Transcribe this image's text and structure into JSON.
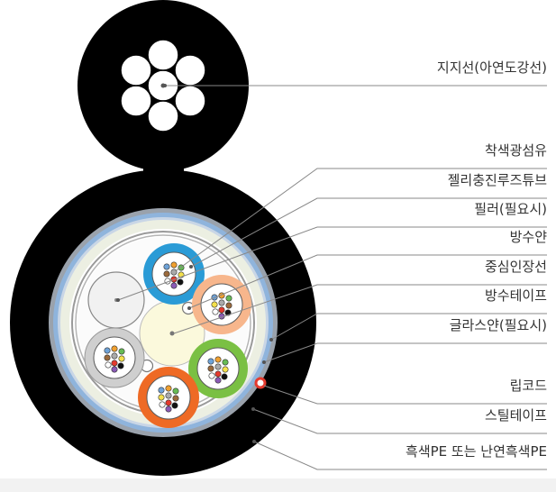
{
  "labels": {
    "messenger_wire": "지지선(아연도강선)",
    "colored_fiber": "착색광섬유",
    "jelly_loose_tube": "젤리충진루즈튜브",
    "filler": "필러(필요시)",
    "water_blocking_yarn": "방수얀",
    "central_strength_member": "중심인장선",
    "water_blocking_tape": "방수테이프",
    "glass_yarn": "글라스얀(필요시)",
    "rip_cord": "립코드",
    "steel_tape": "스틸테이프",
    "outer_sheath": "흑색PE 또는 난연흑색PE"
  },
  "colors": {
    "sheath": "#000000",
    "steel_tape": "#9aa2ac",
    "water_tape": "#8fb4dc",
    "glass_yarn": "#ecefe2",
    "center_member": "#fbf9dc",
    "filler": "#f1f1f1",
    "tube_blue": "#2a9bd6",
    "tube_peach": "#f7b68c",
    "tube_green": "#7ac043",
    "tube_orange": "#ee6a25",
    "tube_gray": "#cfcfcf",
    "rip_cord": "#e53a2e",
    "leader_line": "#888888"
  }
}
